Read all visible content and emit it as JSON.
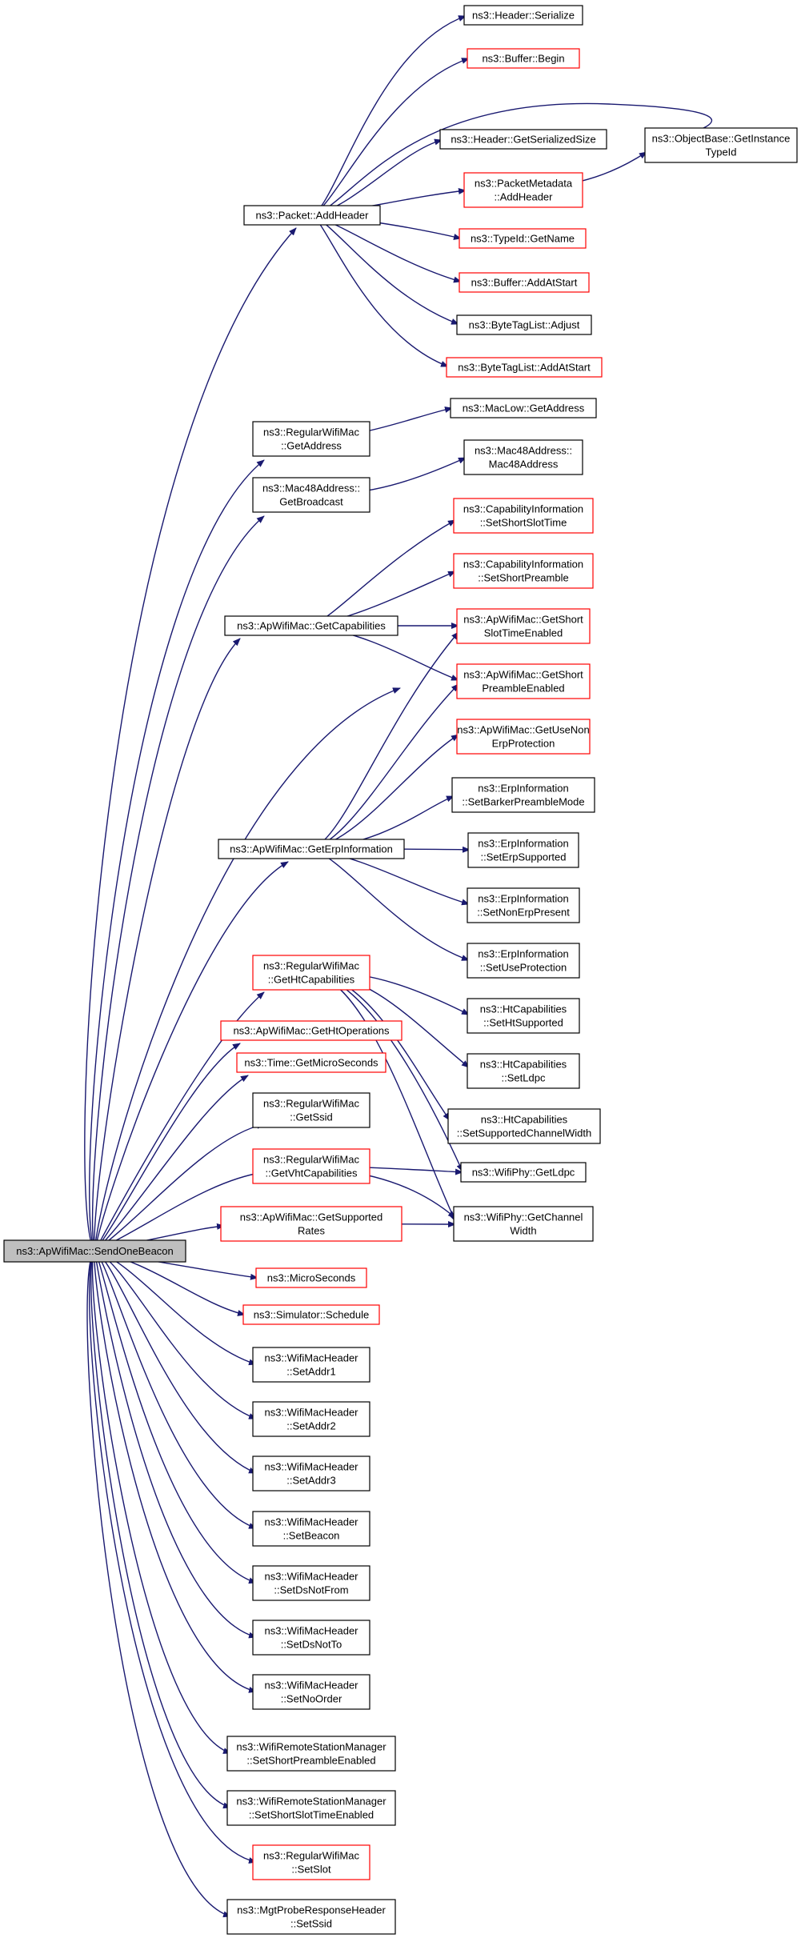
{
  "colors": {
    "edge": "#191970",
    "border_default": "#000000",
    "border_highlight": "#ff0000",
    "root_fill": "#bfbfbf",
    "node_fill": "#ffffff"
  },
  "nodes": {
    "root": {
      "lines": [
        "ns3::ApWifiMac::SendOneBeacon"
      ],
      "style": "root"
    },
    "ah": {
      "lines": [
        "ns3::Packet::AddHeader"
      ],
      "style": "black"
    },
    "rga": {
      "lines": [
        "ns3::RegularWifiMac",
        "::GetAddress"
      ],
      "style": "black"
    },
    "mgb": {
      "lines": [
        "ns3::Mac48Address::",
        "GetBroadcast"
      ],
      "style": "black"
    },
    "gcap": {
      "lines": [
        "ns3::ApWifiMac::GetCapabilities"
      ],
      "style": "black"
    },
    "gerp": {
      "lines": [
        "ns3::ApWifiMac::GetErpInformation"
      ],
      "style": "black"
    },
    "ghtc": {
      "lines": [
        "ns3::RegularWifiMac",
        "::GetHtCapabilities"
      ],
      "style": "red"
    },
    "ghto": {
      "lines": [
        "ns3::ApWifiMac::GetHtOperations"
      ],
      "style": "red"
    },
    "tgms": {
      "lines": [
        "ns3::Time::GetMicroSeconds"
      ],
      "style": "red"
    },
    "gss": {
      "lines": [
        "ns3::RegularWifiMac",
        "::GetSsid"
      ],
      "style": "black"
    },
    "gvht": {
      "lines": [
        "ns3::RegularWifiMac",
        "::GetVhtCapabilities"
      ],
      "style": "red"
    },
    "gsr": {
      "lines": [
        "ns3::ApWifiMac::GetSupported",
        "Rates"
      ],
      "style": "red"
    },
    "ms": {
      "lines": [
        "ns3::MicroSeconds"
      ],
      "style": "red"
    },
    "sch": {
      "lines": [
        "ns3::Simulator::Schedule"
      ],
      "style": "red"
    },
    "sa1": {
      "lines": [
        "ns3::WifiMacHeader",
        "::SetAddr1"
      ],
      "style": "black"
    },
    "sa2": {
      "lines": [
        "ns3::WifiMacHeader",
        "::SetAddr2"
      ],
      "style": "black"
    },
    "sa3": {
      "lines": [
        "ns3::WifiMacHeader",
        "::SetAddr3"
      ],
      "style": "black"
    },
    "sbe": {
      "lines": [
        "ns3::WifiMacHeader",
        "::SetBeacon"
      ],
      "style": "black"
    },
    "sdnf": {
      "lines": [
        "ns3::WifiMacHeader",
        "::SetDsNotFrom"
      ],
      "style": "black"
    },
    "sdnt": {
      "lines": [
        "ns3::WifiMacHeader",
        "::SetDsNotTo"
      ],
      "style": "black"
    },
    "sno": {
      "lines": [
        "ns3::WifiMacHeader",
        "::SetNoOrder"
      ],
      "style": "black"
    },
    "rsp": {
      "lines": [
        "ns3::WifiRemoteStationManager",
        "::SetShortPreambleEnabled"
      ],
      "style": "black"
    },
    "rst": {
      "lines": [
        "ns3::WifiRemoteStationManager",
        "::SetShortSlotTimeEnabled"
      ],
      "style": "black"
    },
    "ssl": {
      "lines": [
        "ns3::RegularWifiMac",
        "::SetSlot"
      ],
      "style": "red"
    },
    "mps": {
      "lines": [
        "ns3::MgtProbeResponseHeader",
        "::SetSsid"
      ],
      "style": "black"
    },
    "hser": {
      "lines": [
        "ns3::Header::Serialize"
      ],
      "style": "black"
    },
    "bbeg": {
      "lines": [
        "ns3::Buffer::Begin"
      ],
      "style": "red"
    },
    "hgss": {
      "lines": [
        "ns3::Header::GetSerializedSize"
      ],
      "style": "black"
    },
    "pmah": {
      "lines": [
        "ns3::PacketMetadata",
        "::AddHeader"
      ],
      "style": "red"
    },
    "tgn": {
      "lines": [
        "ns3::TypeId::GetName"
      ],
      "style": "red"
    },
    "baas": {
      "lines": [
        "ns3::Buffer::AddAtStart"
      ],
      "style": "red"
    },
    "btla": {
      "lines": [
        "ns3::ByteTagList::Adjust"
      ],
      "style": "black"
    },
    "btlaa": {
      "lines": [
        "ns3::ByteTagList::AddAtStart"
      ],
      "style": "red"
    },
    "obgi": {
      "lines": [
        "ns3::ObjectBase::GetInstance",
        "TypeId"
      ],
      "style": "black"
    },
    "mlga": {
      "lines": [
        "ns3::MacLow::GetAddress"
      ],
      "style": "black"
    },
    "m48": {
      "lines": [
        "ns3::Mac48Address::",
        "Mac48Address"
      ],
      "style": "black"
    },
    "ciss": {
      "lines": [
        "ns3::CapabilityInformation",
        "::SetShortSlotTime"
      ],
      "style": "red"
    },
    "cisp": {
      "lines": [
        "ns3::CapabilityInformation",
        "::SetShortPreamble"
      ],
      "style": "red"
    },
    "gsst": {
      "lines": [
        "ns3::ApWifiMac::GetShort",
        "SlotTimeEnabled"
      ],
      "style": "red"
    },
    "gspe": {
      "lines": [
        "ns3::ApWifiMac::GetShort",
        "PreambleEnabled"
      ],
      "style": "red"
    },
    "gune": {
      "lines": [
        "ns3::ApWifiMac::GetUseNon",
        "ErpProtection"
      ],
      "style": "red"
    },
    "eisb": {
      "lines": [
        "ns3::ErpInformation",
        "::SetBarkerPreambleMode"
      ],
      "style": "black"
    },
    "eise": {
      "lines": [
        "ns3::ErpInformation",
        "::SetErpSupported"
      ],
      "style": "black"
    },
    "eisn": {
      "lines": [
        "ns3::ErpInformation",
        "::SetNonErpPresent"
      ],
      "style": "black"
    },
    "eisu": {
      "lines": [
        "ns3::ErpInformation",
        "::SetUseProtection"
      ],
      "style": "black"
    },
    "hcsh": {
      "lines": [
        "ns3::HtCapabilities",
        "::SetHtSupported"
      ],
      "style": "black"
    },
    "hcsl": {
      "lines": [
        "ns3::HtCapabilities",
        "::SetLdpc"
      ],
      "style": "black"
    },
    "hcsc": {
      "lines": [
        "ns3::HtCapabilities",
        "::SetSupportedChannelWidth"
      ],
      "style": "black"
    },
    "wpgl": {
      "lines": [
        "ns3::WifiPhy::GetLdpc"
      ],
      "style": "black"
    },
    "wpgc": {
      "lines": [
        "ns3::WifiPhy::GetChannel",
        "Width"
      ],
      "style": "black"
    }
  }
}
